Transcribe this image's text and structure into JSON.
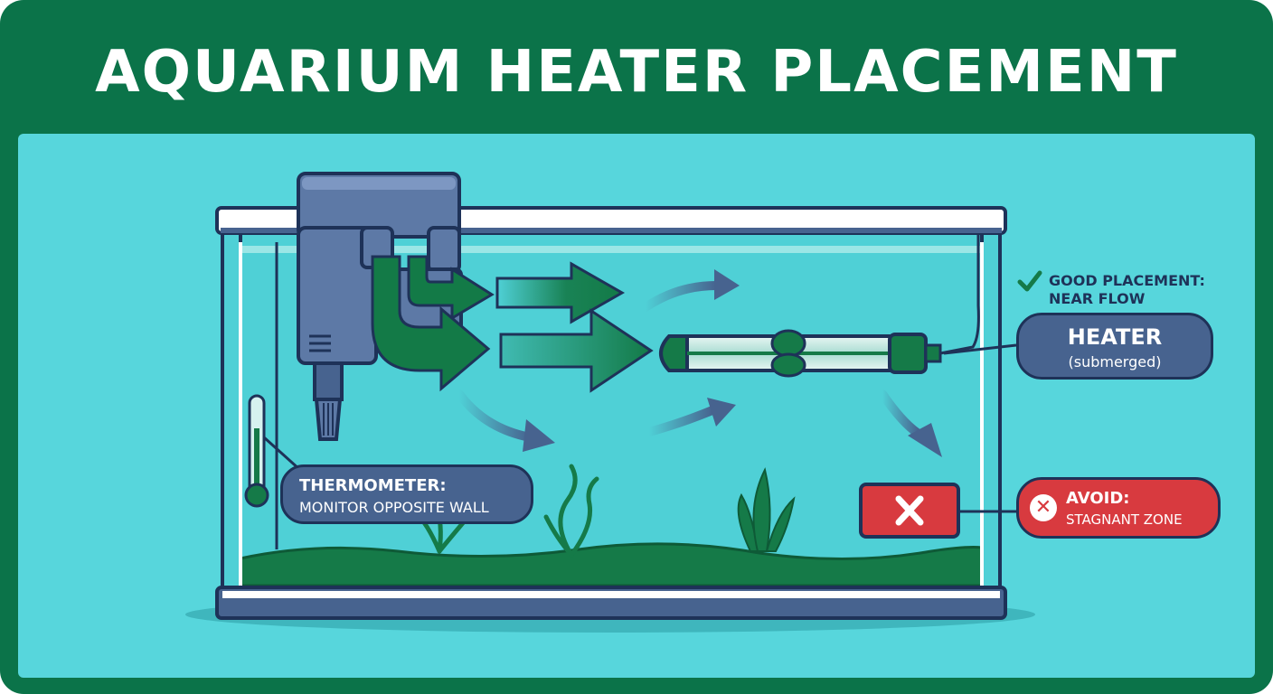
{
  "title": "AQUARIUM HEATER PLACEMENT",
  "labels": {
    "good_line1": "GOOD PLACEMENT:",
    "good_line2": "NEAR FLOW",
    "heater_title": "HEATER",
    "heater_sub": "(submerged)",
    "thermo_title": "THERMOMETER:",
    "thermo_sub": "MONITOR OPPOSITE WALL",
    "avoid_title": "AVOID:",
    "avoid_sub": "STAGNANT ZONE"
  },
  "icons": {
    "good": "checkmark-icon",
    "avoid": "x-circle-icon",
    "stagnant": "x-icon"
  },
  "colors": {
    "frame": "#0b7349",
    "water": "#57d6dc",
    "tank_dark": "#1e3258",
    "slate": "#47638f",
    "flow_green": "#137a47",
    "avoid_red": "#d83a3f"
  }
}
